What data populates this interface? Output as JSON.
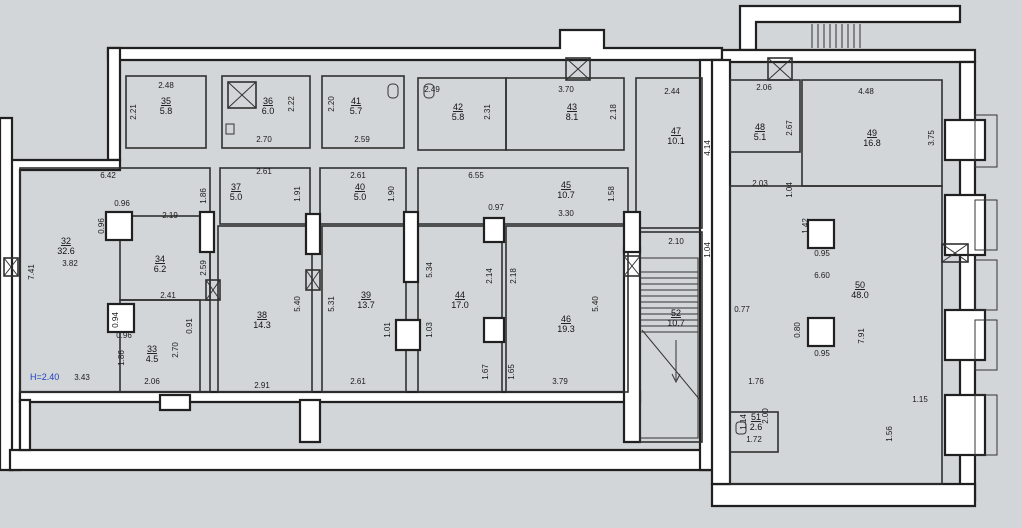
{
  "height_note": "H=2.40",
  "rooms": [
    {
      "id": "r35",
      "num": "35",
      "area": "5.8"
    },
    {
      "id": "r36",
      "num": "36",
      "area": "6.0"
    },
    {
      "id": "r41",
      "num": "41",
      "area": "5.7"
    },
    {
      "id": "r42",
      "num": "42",
      "area": "5.8"
    },
    {
      "id": "r43",
      "num": "43",
      "area": "8.1"
    },
    {
      "id": "r47",
      "num": "47",
      "area": "10.1"
    },
    {
      "id": "r48",
      "num": "48",
      "area": "5.1"
    },
    {
      "id": "r49",
      "num": "49",
      "area": "16.8"
    },
    {
      "id": "r32",
      "num": "32",
      "area": "32.6"
    },
    {
      "id": "r34",
      "num": "34",
      "area": "6.2"
    },
    {
      "id": "r37",
      "num": "37",
      "area": "5.0"
    },
    {
      "id": "r40",
      "num": "40",
      "area": "5.0"
    },
    {
      "id": "r45",
      "num": "45",
      "area": "10.7"
    },
    {
      "id": "r33",
      "num": "33",
      "area": "4.5"
    },
    {
      "id": "r38",
      "num": "38",
      "area": "14.3"
    },
    {
      "id": "r39",
      "num": "39",
      "area": "13.7"
    },
    {
      "id": "r44",
      "num": "44",
      "area": "17.0"
    },
    {
      "id": "r46",
      "num": "46",
      "area": "19.3"
    },
    {
      "id": "r52",
      "num": "52",
      "area": "10.7"
    },
    {
      "id": "r50",
      "num": "50",
      "area": "48.0"
    },
    {
      "id": "r51",
      "num": "51",
      "area": "2.6"
    }
  ],
  "dimensions": [
    "2.48",
    "2.21",
    "2.22",
    "2.70",
    "2.20",
    "2.59",
    "2.49",
    "2.31",
    "3.70",
    "2.18",
    "2.44",
    "4.14",
    "2.06",
    "2.67",
    "4.48",
    "3.75",
    "6.42",
    "1.86",
    "2.61",
    "1.91",
    "2.61",
    "1.90",
    "6.55",
    "1.58",
    "2.03",
    "1.04",
    "0.96",
    "0.96",
    "2.19",
    "0.97",
    "3.30",
    "1.42",
    "0.95",
    "6.60",
    "3.82",
    "2.59",
    "5.34",
    "2.14",
    "2.18",
    "2.10",
    "1.04",
    "2.41",
    "5.40",
    "5.31",
    "5.40",
    "0.77",
    "0.94",
    "0.91",
    "1.01",
    "1.03",
    "0.80",
    "0.95",
    "7.91",
    "0.96",
    "2.70",
    "1.67",
    "1.65",
    "1.86",
    "3.43",
    "2.06",
    "2.91",
    "2.61",
    "3.79",
    "1.76",
    "1.15",
    "1.14",
    "2.00",
    "1.56",
    "1.72",
    "7.41"
  ]
}
